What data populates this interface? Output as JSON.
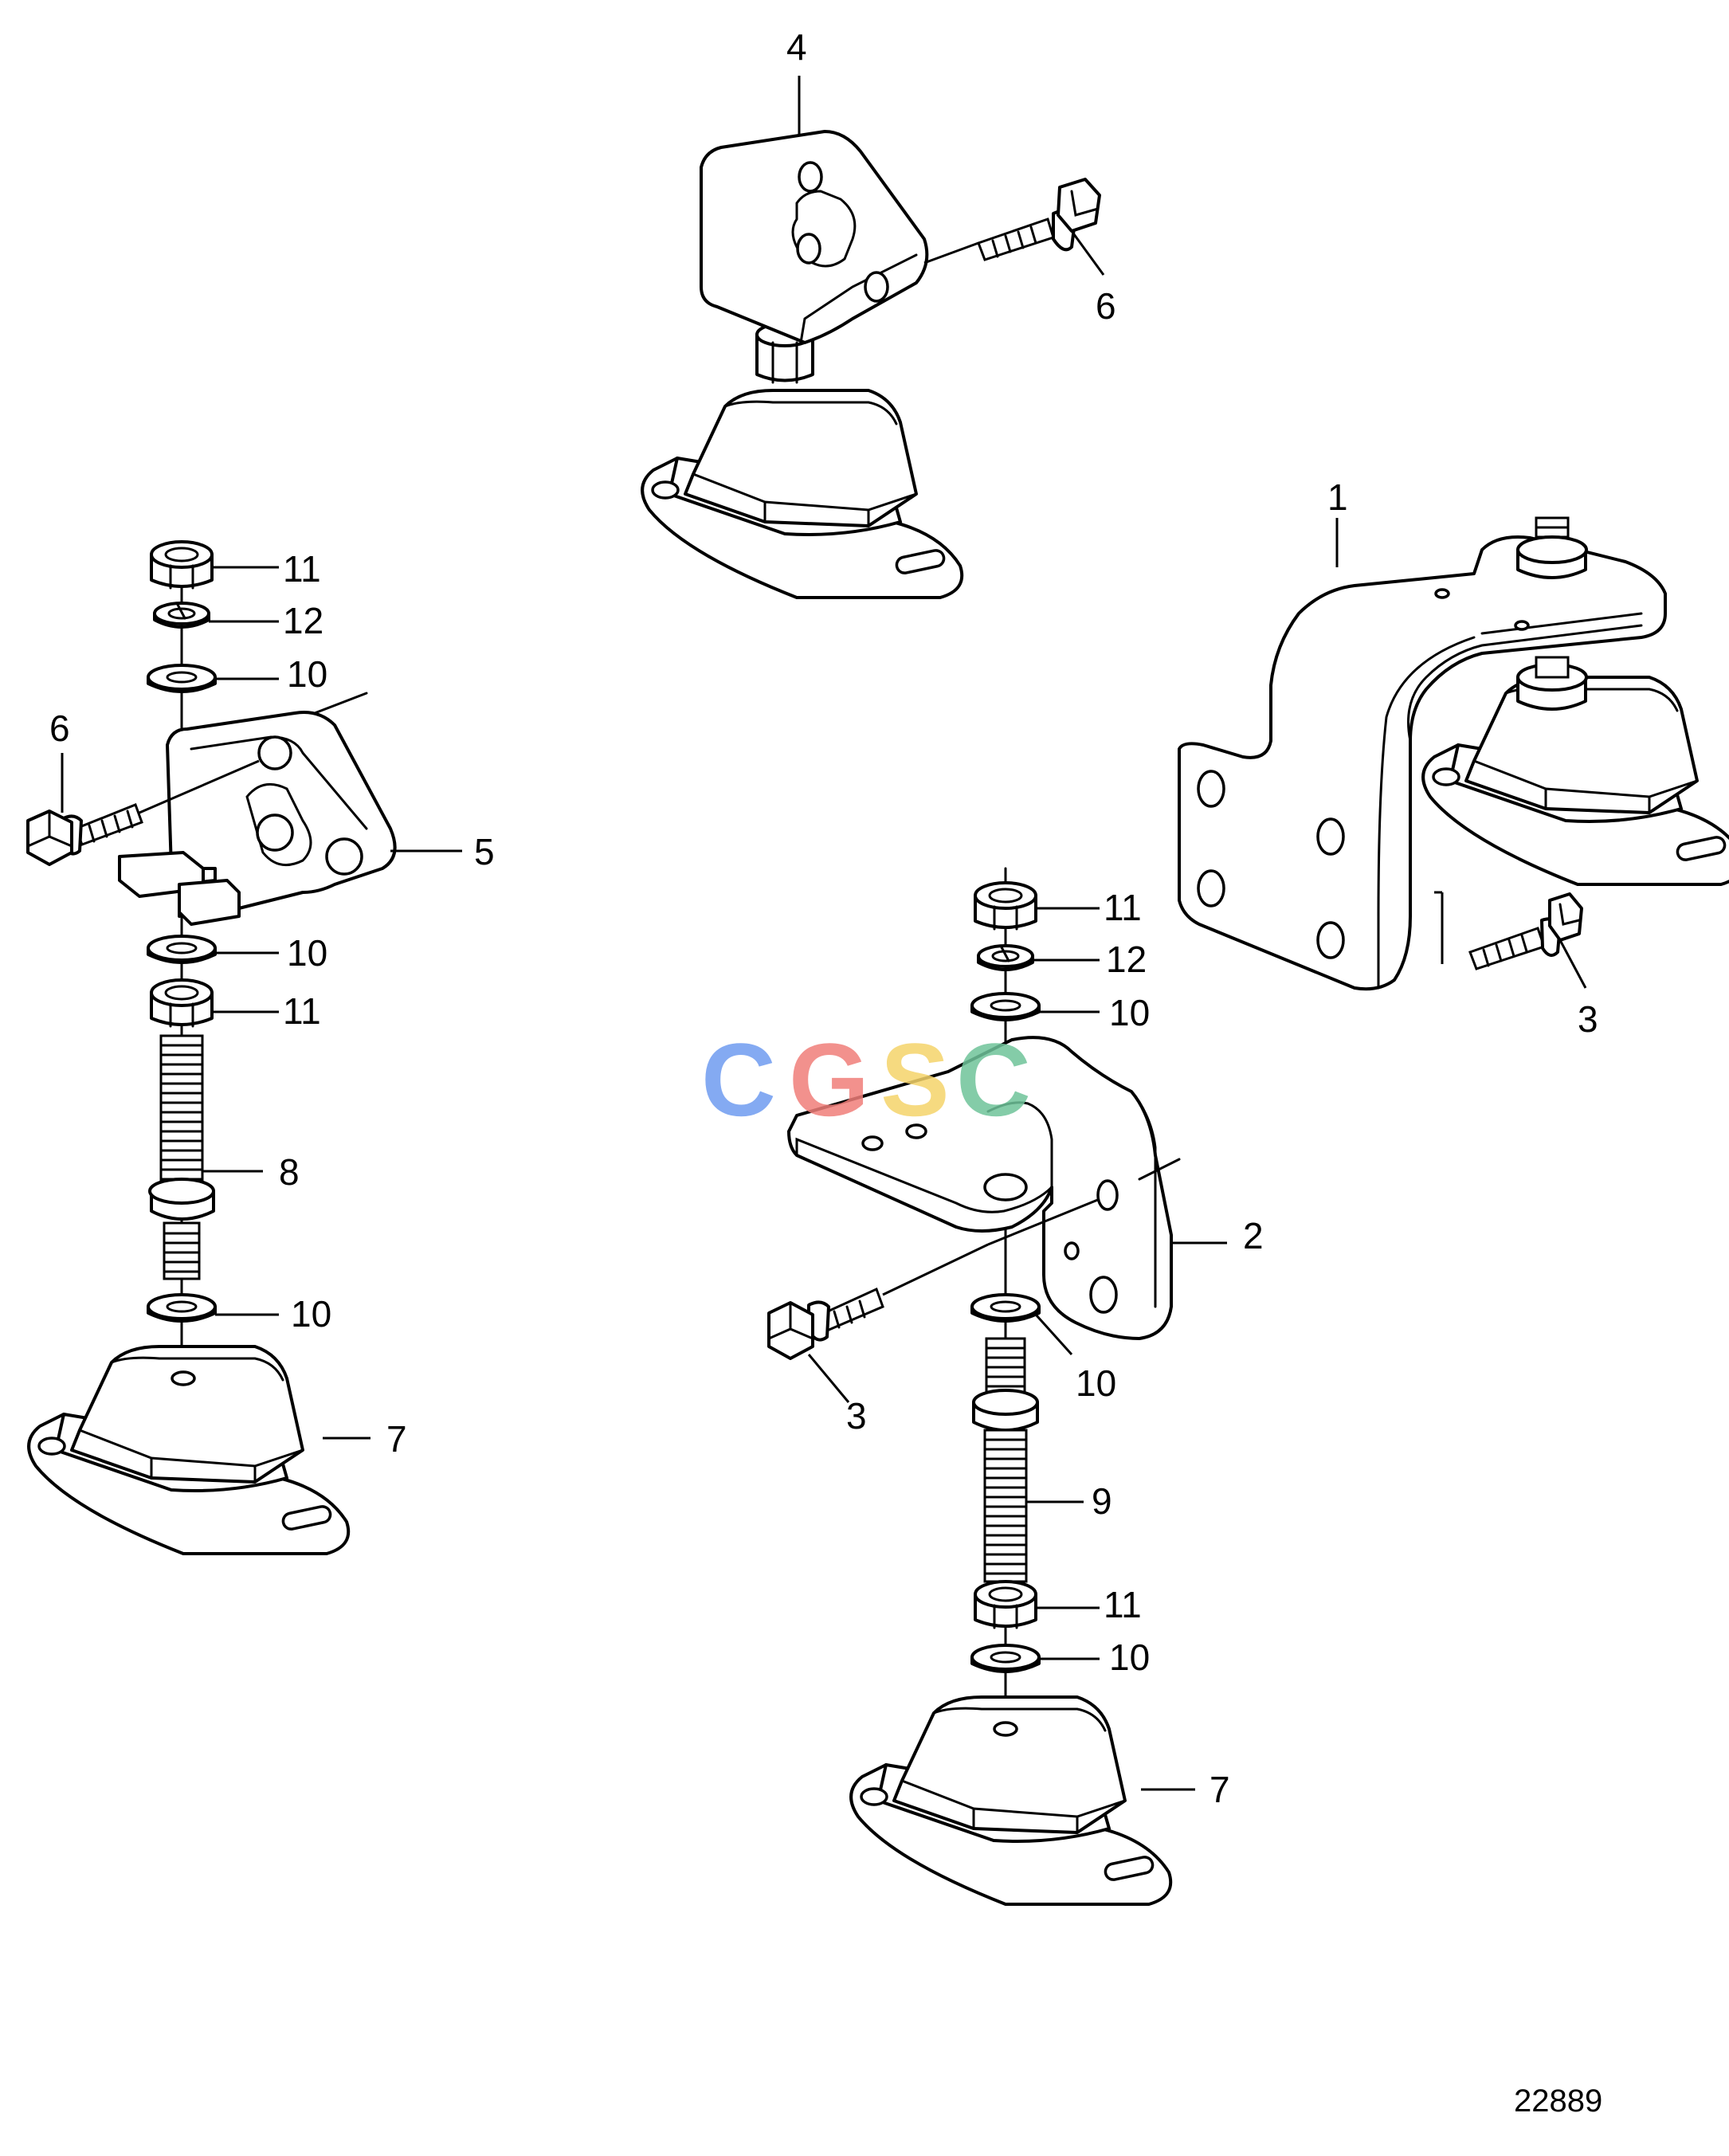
{
  "figure_number": "22889",
  "watermark": {
    "letters": [
      "C",
      "G",
      "S",
      "C"
    ],
    "colors": [
      "#6f9cf0",
      "#f07e7a",
      "#f5d46a",
      "#6fc49a"
    ]
  },
  "callouts": {
    "c1": "1",
    "c2": "2",
    "c3a": "3",
    "c3b": "3",
    "c4": "4",
    "c5": "5",
    "c6a": "6",
    "c6b": "6",
    "c7a": "7",
    "c7b": "7",
    "c8": "8",
    "c9": "9",
    "c10a": "10",
    "c10b": "10",
    "c10c": "10",
    "c10d": "10",
    "c10e": "10",
    "c10f": "10",
    "c11a": "11",
    "c11b": "11",
    "c11c": "11",
    "c11d": "11",
    "c12a": "12",
    "c12b": "12"
  }
}
